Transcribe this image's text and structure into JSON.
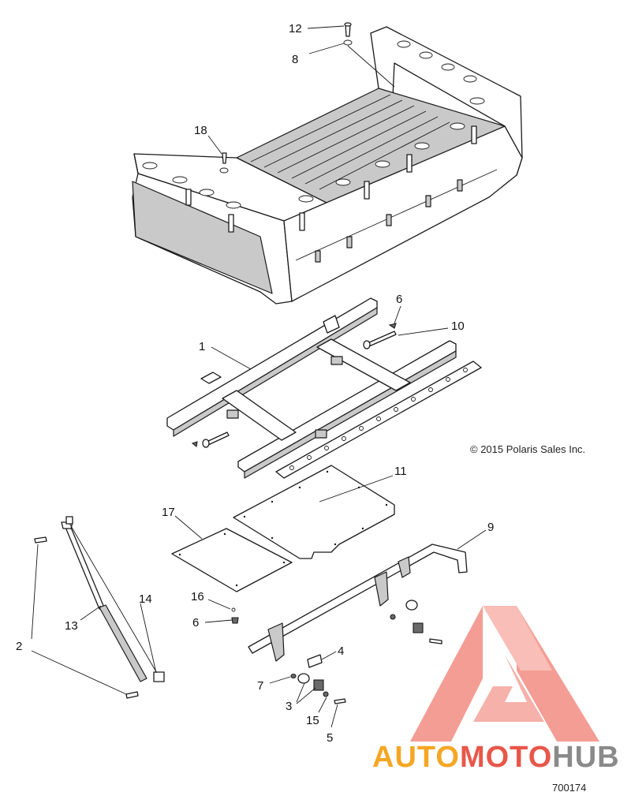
{
  "diagram": {
    "copyright": "© 2015 Polaris Sales Inc.",
    "figure_number": "700174",
    "watermark": {
      "brand_part1": "AUTO",
      "brand_part2": "MOTO",
      "brand_part3": "HUB",
      "colors": {
        "triangle": "#f28c82",
        "text_orange": "#f5a623",
        "text_red": "#e8574a",
        "text_gray": "#8a8a8a"
      }
    },
    "callouts": {
      "c1": "1",
      "c2": "2",
      "c3": "3",
      "c4": "4",
      "c5": "5",
      "c6a": "6",
      "c6b": "6",
      "c7": "7",
      "c8": "8",
      "c9": "9",
      "c10": "10",
      "c11": "11",
      "c12": "12",
      "c13": "13",
      "c14": "14",
      "c15": "15",
      "c16": "16",
      "c17": "17",
      "c18": "18"
    }
  }
}
